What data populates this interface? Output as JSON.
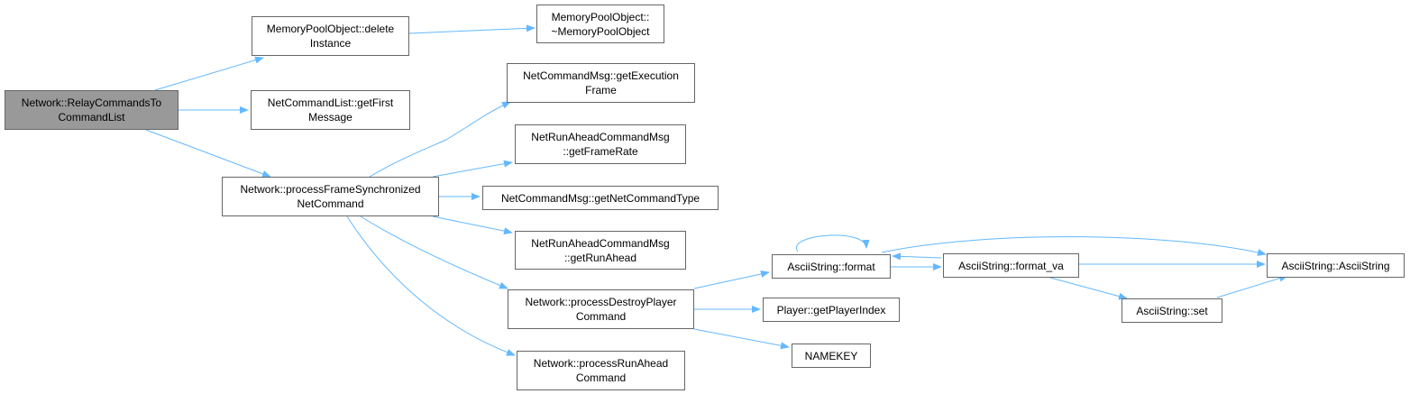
{
  "diagram": {
    "edge_color": "#63b8ff",
    "root_fill": "#999999",
    "node_border": "#666666",
    "nodes": {
      "relay": [
        "Network::RelayCommandsTo",
        "CommandList"
      ],
      "mpo_delete": [
        "MemoryPoolObject::delete",
        "Instance"
      ],
      "mpo_dtor": [
        "MemoryPoolObject::",
        "~MemoryPoolObject"
      ],
      "ncl_getfirst": [
        "NetCommandList::getFirst",
        "Message"
      ],
      "pfsn": [
        "Network::processFrameSynchronized",
        "NetCommand"
      ],
      "ncm_getexec": [
        "NetCommandMsg::getExecution",
        "Frame"
      ],
      "nra_getframerate": [
        "NetRunAheadCommandMsg",
        "::getFrameRate"
      ],
      "ncm_gettype": [
        "NetCommandMsg::getNetCommandType"
      ],
      "nra_getrunahead": [
        "NetRunAheadCommandMsg",
        "::getRunAhead"
      ],
      "pdp": [
        "Network::processDestroyPlayer",
        "Command"
      ],
      "pra": [
        "Network::processRunAhead",
        "Command"
      ],
      "as_format": [
        "AsciiString::format"
      ],
      "as_format_va": [
        "AsciiString::format_va"
      ],
      "as_ctor": [
        "AsciiString::AsciiString"
      ],
      "as_set": [
        "AsciiString::set"
      ],
      "player_idx": [
        "Player::getPlayerIndex"
      ],
      "namekey": [
        "NAMEKEY"
      ]
    }
  }
}
